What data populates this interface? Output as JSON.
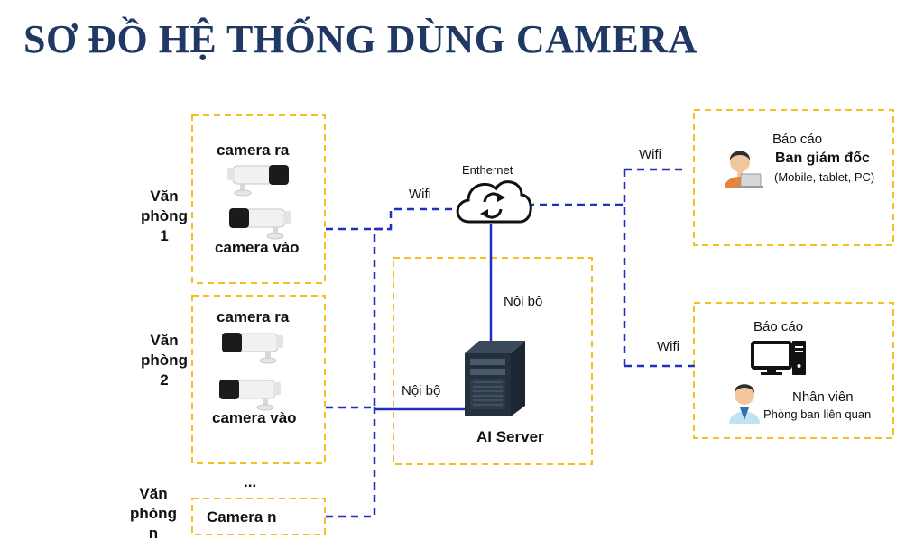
{
  "title": "SƠ ĐỒ HỆ THỐNG DÙNG CAMERA",
  "offices": [
    {
      "name_lines": [
        "Văn",
        "phòng",
        "1"
      ],
      "camera_out": "camera ra",
      "camera_in": "camera vào"
    },
    {
      "name_lines": [
        "Văn",
        "phòng",
        "2"
      ],
      "camera_out": "camera ra",
      "camera_in": "camera vào"
    },
    {
      "name_lines": [
        "Văn",
        "phòng",
        "n"
      ],
      "camera": "Camera n"
    }
  ],
  "ellipsis": "...",
  "internet": {
    "label": "Enthernet"
  },
  "links": {
    "wifi": "Wifi",
    "internal": "Nội bộ"
  },
  "server": {
    "label": "AI Server"
  },
  "management": {
    "report": "Báo cáo",
    "title": "Ban giám đốc",
    "devices": "(Mobile, tablet, PC)"
  },
  "staff": {
    "report": "Báo cáo",
    "title": "Nhân viên",
    "department": "Phòng ban liên quan"
  },
  "colors": {
    "title": "#1f3864",
    "box_border": "#f4c020",
    "link": "#1f2fbf"
  },
  "icons": [
    "camera-bullet-icon",
    "cloud-sync-icon",
    "server-tower-icon",
    "person-laptop-icon",
    "desktop-pc-icon",
    "person-icon"
  ]
}
